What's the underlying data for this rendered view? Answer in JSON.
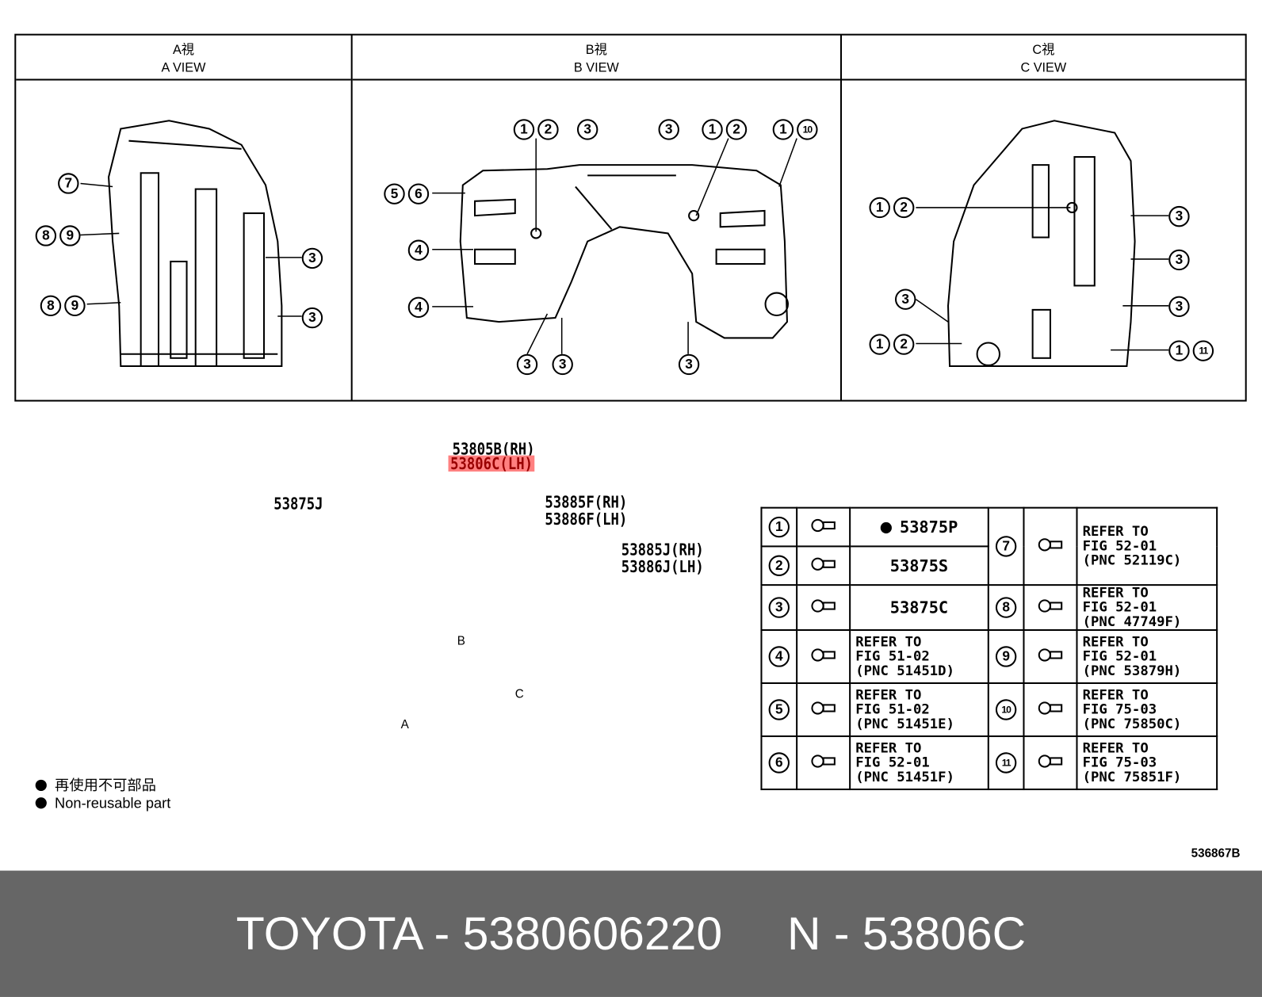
{
  "views": [
    {
      "jp": "A視",
      "en": "A VIEW"
    },
    {
      "jp": "B視",
      "en": "B VIEW"
    },
    {
      "jp": "C視",
      "en": "C VIEW"
    }
  ],
  "callouts": {
    "a": [
      "7",
      "8",
      "9",
      "8",
      "9",
      "3",
      "3"
    ],
    "b": [
      "1",
      "2",
      "3",
      "3",
      "1",
      "2",
      "1",
      "10",
      "5",
      "6",
      "4",
      "4",
      "3",
      "3",
      "3"
    ],
    "c": [
      "1",
      "2",
      "3",
      "3",
      "3",
      "3",
      "1",
      "2",
      "1",
      "11"
    ]
  },
  "parts": {
    "main_rh": "53805B(RH)",
    "main_lh": "53806C(LH)",
    "clip": "53875J",
    "shield_rh": "53885F(RH)",
    "shield_lh": "53886F(LH)",
    "guard_rh": "53885J(RH)",
    "guard_lh": "53886J(LH)",
    "arrow_a": "A",
    "arrow_b": "B",
    "arrow_c": "C"
  },
  "highlight_color": "#ff8080",
  "legend": [
    {
      "num": "1",
      "icon": "screw-grommet-icon",
      "text": "53875P",
      "nonreusable": true
    },
    {
      "num": "2",
      "icon": "clip-icon",
      "text": "53875S"
    },
    {
      "num": "3",
      "icon": "clip-icon",
      "text": "53875C"
    },
    {
      "num": "4",
      "icon": "screw-icon",
      "text": "REFER TO\nFIG 51-02\n(PNC 51451D)"
    },
    {
      "num": "5",
      "icon": "screw-icon",
      "text": "REFER TO\nFIG 51-02\n(PNC 51451E)"
    },
    {
      "num": "6",
      "icon": "nut-clip-icon",
      "text": "REFER TO\nFIG 52-01\n(PNC 51451F)"
    },
    {
      "num": "7",
      "icon": "push-clip-icon",
      "text": "REFER TO\nFIG 52-01\n(PNC 52119C)"
    },
    {
      "num": "8",
      "icon": "fastener-icon",
      "text": "REFER TO\nFIG 52-01\n(PNC 47749F)"
    },
    {
      "num": "9",
      "icon": "fastener-icon",
      "text": "REFER TO\nFIG 52-01\n(PNC 53879H)"
    },
    {
      "num": "10",
      "icon": "nut-clip-icon",
      "text": "REFER TO\nFIG 75-03\n(PNC 75850C)"
    },
    {
      "num": "11",
      "icon": "clip-icon",
      "text": "REFER TO\nFIG 75-03\n(PNC 75851F)"
    }
  ],
  "notes": {
    "jp": "再使用不可部品",
    "en": "Non-reusable part"
  },
  "illustration_id": "536867B",
  "footer": {
    "brand": "TOYOTA",
    "part_number": "5380606220",
    "pnc": "53806C",
    "sep": "-"
  }
}
